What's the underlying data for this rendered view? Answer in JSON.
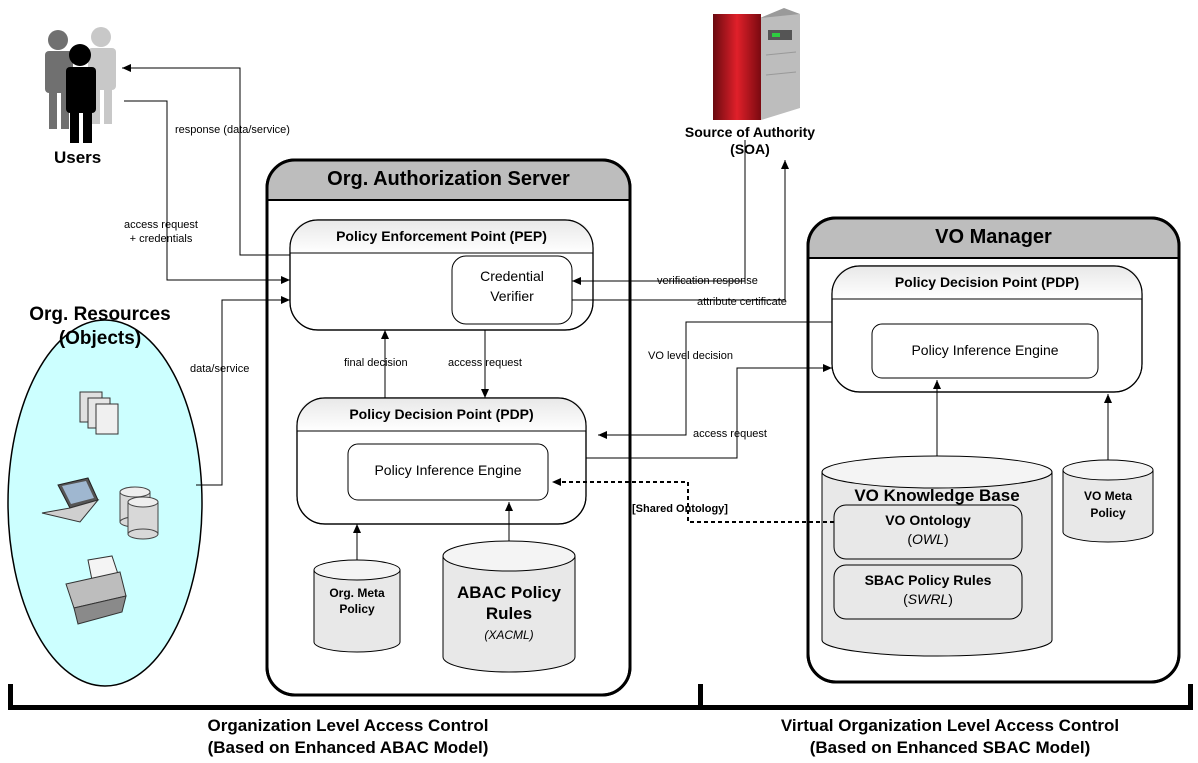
{
  "users": {
    "label": "Users"
  },
  "soa": {
    "line1": "Source of Authority",
    "line2": "(SOA)"
  },
  "org_resources": {
    "line1": "Org. Resources",
    "line2": "(Objects)"
  },
  "org_server": {
    "title": "Org. Authorization Server",
    "pep": {
      "title": "Policy Enforcement Point (PEP)",
      "credential_verifier": [
        "Credential",
        "Verifier"
      ]
    },
    "pdp": {
      "title": "Policy Decision Point (PDP)",
      "engine": "Policy Inference Engine"
    },
    "meta_policy": [
      "Org. Meta",
      "Policy"
    ],
    "abac_rules": {
      "line1": "ABAC Policy",
      "line2": "Rules",
      "line3": "(XACML)"
    }
  },
  "vo_manager": {
    "title": "VO Manager",
    "pdp": {
      "title": "Policy Decision Point (PDP)",
      "engine": "Policy Inference Engine"
    },
    "knowledge_base": {
      "title": "VO Knowledge Base",
      "ontology": {
        "name": "VO Ontology",
        "format": "OWL"
      },
      "rules": {
        "name": "SBAC Policy Rules",
        "format": "SWRL"
      }
    },
    "meta_policy": [
      "VO Meta",
      "Policy"
    ]
  },
  "arrows": {
    "response": "response (data/service)",
    "access_request_credentials": [
      "access request",
      "+ credentials"
    ],
    "data_service": "data/service",
    "final_decision": "final decision",
    "access_request_inner": "access request",
    "verification_response": "verification response",
    "attribute_certificate": "attribute certificate",
    "vo_level_decision": "VO level decision",
    "access_request_vo": "access request",
    "shared_ontology": "[Shared Ontology]"
  },
  "footer": {
    "left": [
      "Organization Level Access Control",
      "(Based on Enhanced ABAC Model)"
    ],
    "right": [
      "Virtual Organization Level Access Control",
      "(Based on Enhanced SBAC Model)"
    ]
  }
}
